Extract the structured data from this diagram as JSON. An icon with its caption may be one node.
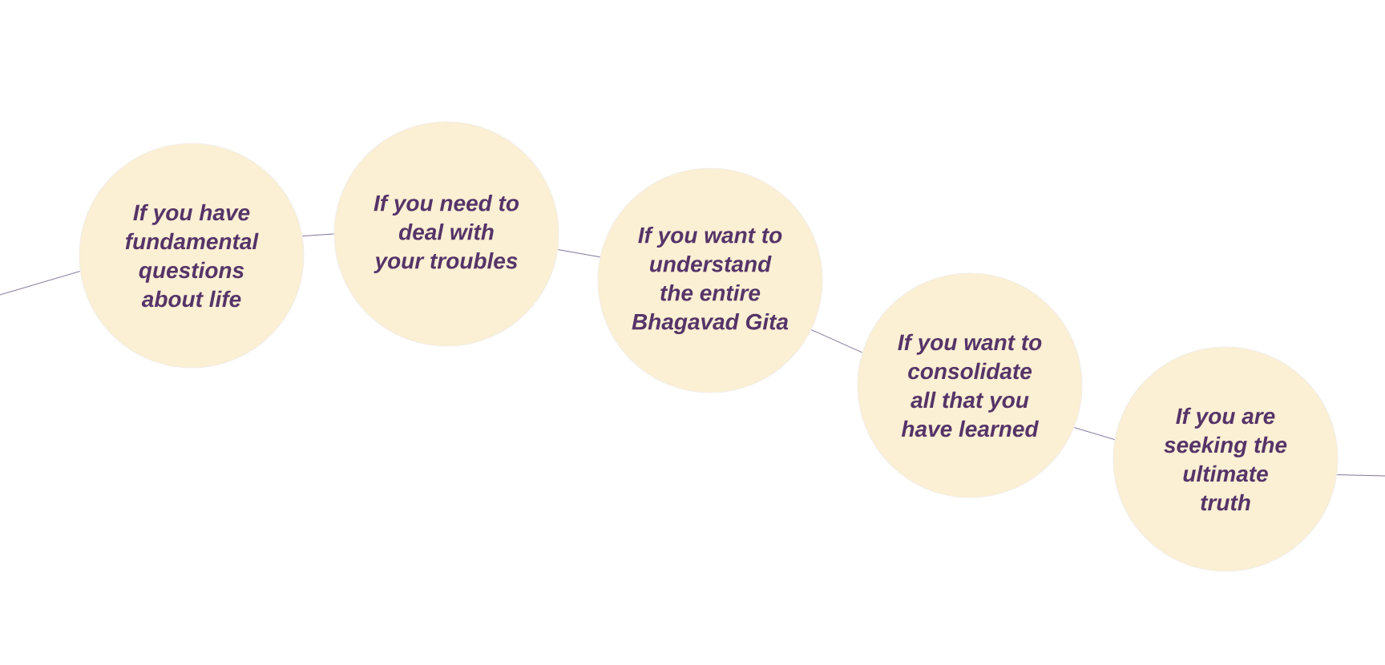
{
  "diagram": {
    "nodes": [
      {
        "text": [
          "If you have fundamental questions about life"
        ]
      },
      {
        "text": [
          "If you need to deal with your troubles"
        ]
      },
      {
        "text": [
          "If you want to understand the entire Bhagavad Gita"
        ]
      },
      {
        "text": [
          "If you want to consolidate all that you have learned"
        ]
      },
      {
        "text": [
          "If you are seeking the ultimate truth"
        ]
      }
    ],
    "edges": [
      {
        "from": null,
        "to": 0,
        "arrow": "none"
      },
      {
        "from": 0,
        "to": 1,
        "arrow": "none"
      },
      {
        "from": 1,
        "to": 2,
        "arrow": "none"
      },
      {
        "from": 2,
        "to": 3,
        "arrow": "none"
      },
      {
        "from": 3,
        "to": 4,
        "arrow": "none"
      },
      {
        "from": 4,
        "to": null,
        "arrow": "none"
      }
    ]
  }
}
